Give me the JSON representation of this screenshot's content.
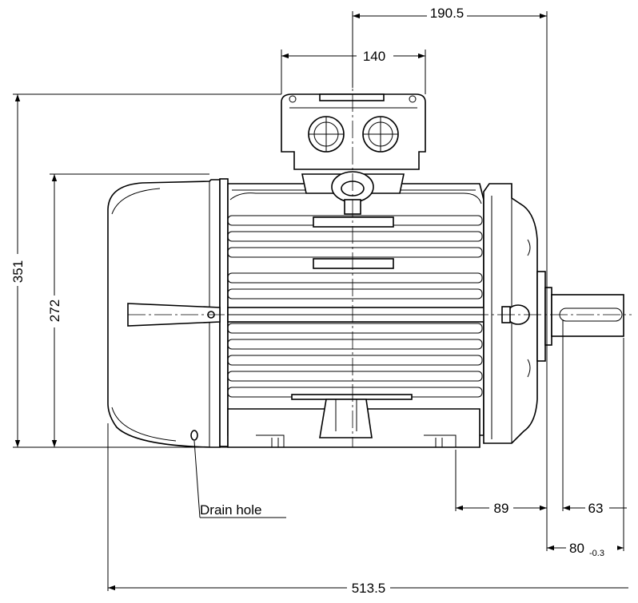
{
  "dimensions": {
    "terminal_box_to_shaft_end": "190.5",
    "terminal_box_width": "140",
    "overall_height": "351",
    "frame_height": "272",
    "foot_hole_to_shoulder": "89",
    "shaft_key_length": "63",
    "shaft_length": "80",
    "shaft_length_tolerance": "-0.3",
    "overall_length": "513.5"
  },
  "labels": {
    "drain_hole": "Drain hole"
  }
}
